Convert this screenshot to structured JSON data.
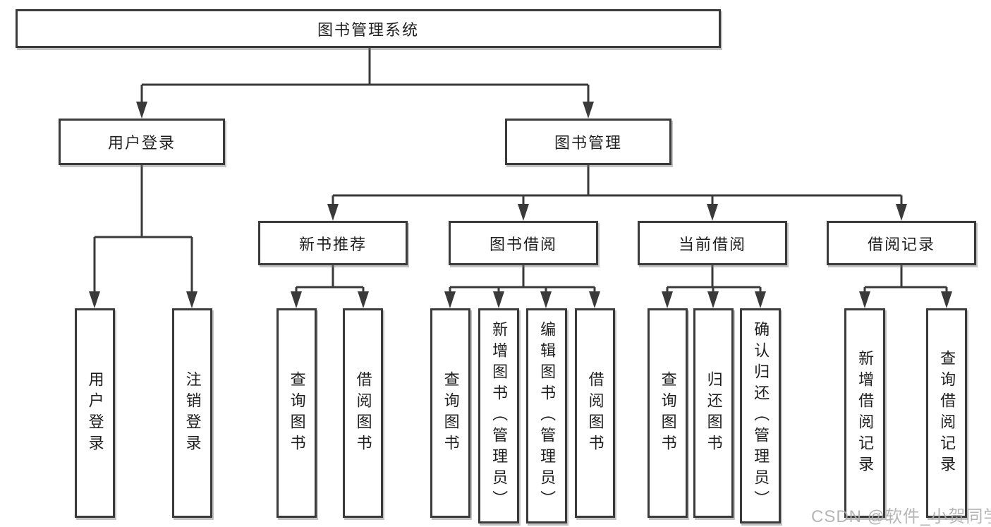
{
  "tree": {
    "root": {
      "label": "图书管理系统",
      "children": [
        {
          "label": "用户登录",
          "children": [
            {
              "label": "用户登录"
            },
            {
              "label": "注销登录"
            }
          ]
        },
        {
          "label": "图书管理",
          "children": [
            {
              "label": "新书推荐",
              "children": [
                {
                  "label": "查询图书"
                },
                {
                  "label": "借阅图书"
                }
              ]
            },
            {
              "label": "图书借阅",
              "children": [
                {
                  "label": "查询图书"
                },
                {
                  "label": "新增图书（管理员）"
                },
                {
                  "label": "编辑图书（管理员）"
                },
                {
                  "label": "借阅图书"
                }
              ]
            },
            {
              "label": "当前借阅",
              "children": [
                {
                  "label": "查询图书"
                },
                {
                  "label": "归还图书"
                },
                {
                  "label": "确认归还（管理员）"
                }
              ]
            },
            {
              "label": "借阅记录",
              "children": [
                {
                  "label": "新增借阅记录"
                },
                {
                  "label": "查询借阅记录"
                }
              ]
            }
          ]
        }
      ]
    }
  },
  "watermark": {
    "text": "CSDN @软件_小贺同学"
  },
  "colors": {
    "line": "#3a3a3a",
    "box_border": "#3a3a3a",
    "box_fill": "#ffffff",
    "text": "#1f1f1f",
    "watermark": "#aeaeae",
    "background": "#ffffff"
  }
}
